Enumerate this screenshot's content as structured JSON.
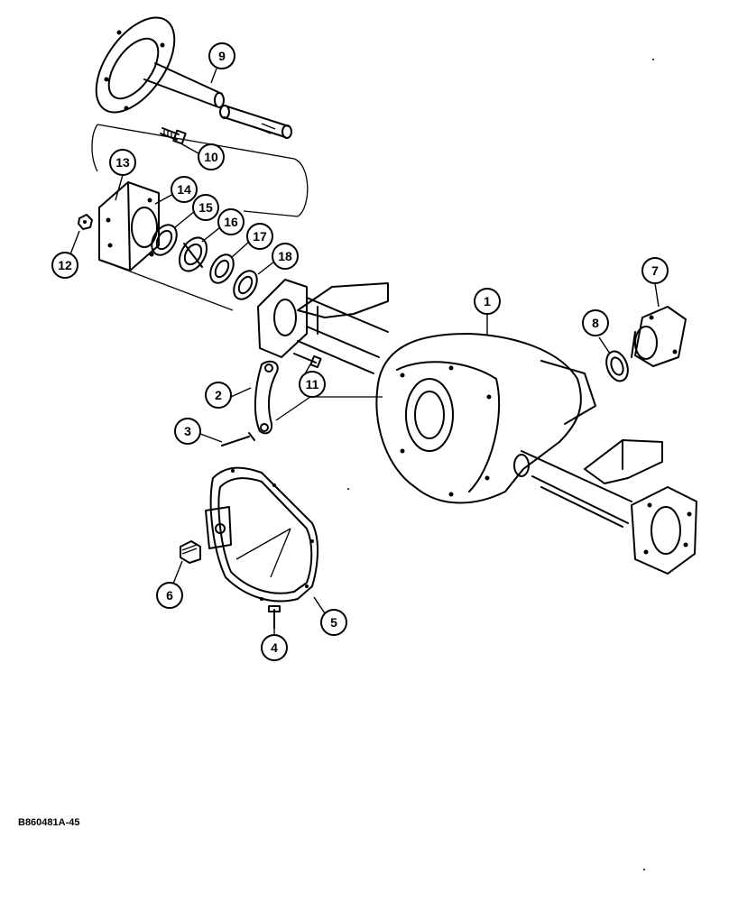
{
  "drawing_id": "B860481A-45",
  "callouts": [
    "1",
    "2",
    "3",
    "4",
    "5",
    "6",
    "7",
    "8",
    "9",
    "10",
    "11",
    "12",
    "13",
    "14",
    "15",
    "16",
    "17",
    "18"
  ]
}
